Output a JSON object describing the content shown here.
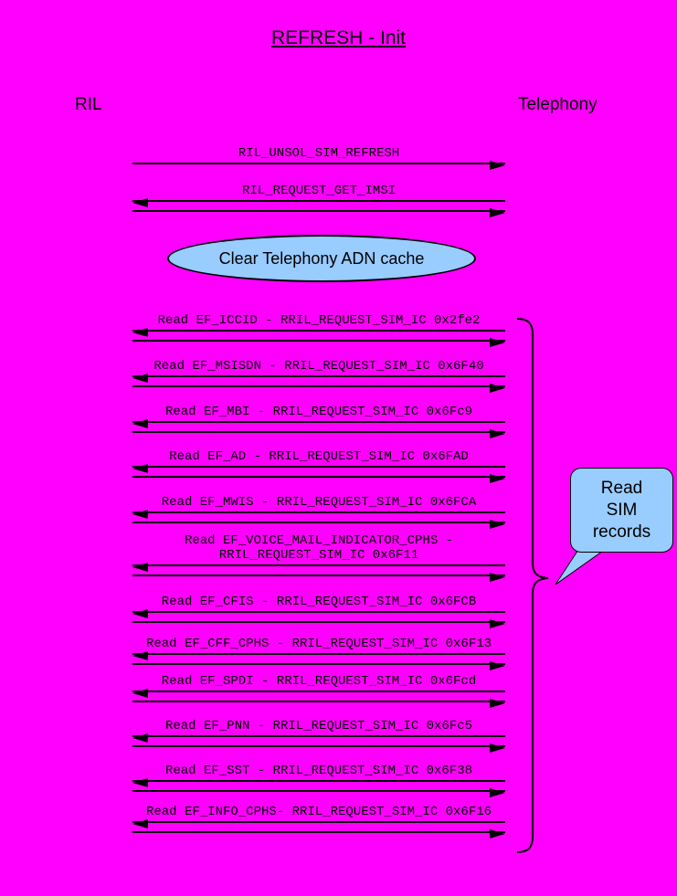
{
  "title": "REFRESH - Init",
  "actors": {
    "left": "RIL",
    "right": "Telephony"
  },
  "note": {
    "text": "Clear Telephony ADN cache"
  },
  "callout": {
    "text": "Read SIM records"
  },
  "colors": {
    "background": "#FF00FF",
    "fill": "#99CCFF",
    "line": "#000000"
  },
  "messages": [
    {
      "label": "RIL_UNSOL_SIM_REFRESH",
      "arrows": [
        "right"
      ]
    },
    {
      "label": "RIL_REQUEST_GET_IMSI",
      "arrows": [
        "left",
        "right"
      ]
    },
    {
      "label": "Read EF_ICCID - RRIL_REQUEST_SIM_IC 0x2fe2",
      "arrows": [
        "left",
        "right"
      ]
    },
    {
      "label": "Read EF_MSISDN - RRIL_REQUEST_SIM_IC 0x6F40",
      "arrows": [
        "left",
        "right"
      ]
    },
    {
      "label": "Read EF_MBI - RRIL_REQUEST_SIM_IC 0x6Fc9",
      "arrows": [
        "left",
        "right"
      ]
    },
    {
      "label": "Read EF_AD - RRIL_REQUEST_SIM_IC 0x6FAD",
      "arrows": [
        "left",
        "right"
      ]
    },
    {
      "label": "Read EF_MWIS - RRIL_REQUEST_SIM_IC 0x6FCA",
      "arrows": [
        "left",
        "right"
      ]
    },
    {
      "label": "Read EF_VOICE_MAIL_INDICATOR_CPHS - RRIL_REQUEST_SIM_IC 0x6F11",
      "arrows": [
        "left",
        "right"
      ]
    },
    {
      "label": "Read EF_CFIS - RRIL_REQUEST_SIM_IC 0x6FCB",
      "arrows": [
        "left",
        "right"
      ]
    },
    {
      "label": "Read EF_CFF_CPHS - RRIL_REQUEST_SIM_IC 0x6F13",
      "arrows": [
        "left",
        "right"
      ]
    },
    {
      "label": "Read EF_SPDI - RRIL_REQUEST_SIM_IC 0x6Fcd",
      "arrows": [
        "left",
        "right"
      ]
    },
    {
      "label": "Read EF_PNN - RRIL_REQUEST_SIM_IC 0x6Fc5",
      "arrows": [
        "left",
        "right"
      ]
    },
    {
      "label": "Read EF_SST - RRIL_REQUEST_SIM_IC 0x6F38",
      "arrows": [
        "left",
        "right"
      ]
    },
    {
      "label": "Read EF_INFO_CPHS- RRIL_REQUEST_SIM_IC 0x6F16",
      "arrows": [
        "left",
        "right"
      ]
    }
  ]
}
